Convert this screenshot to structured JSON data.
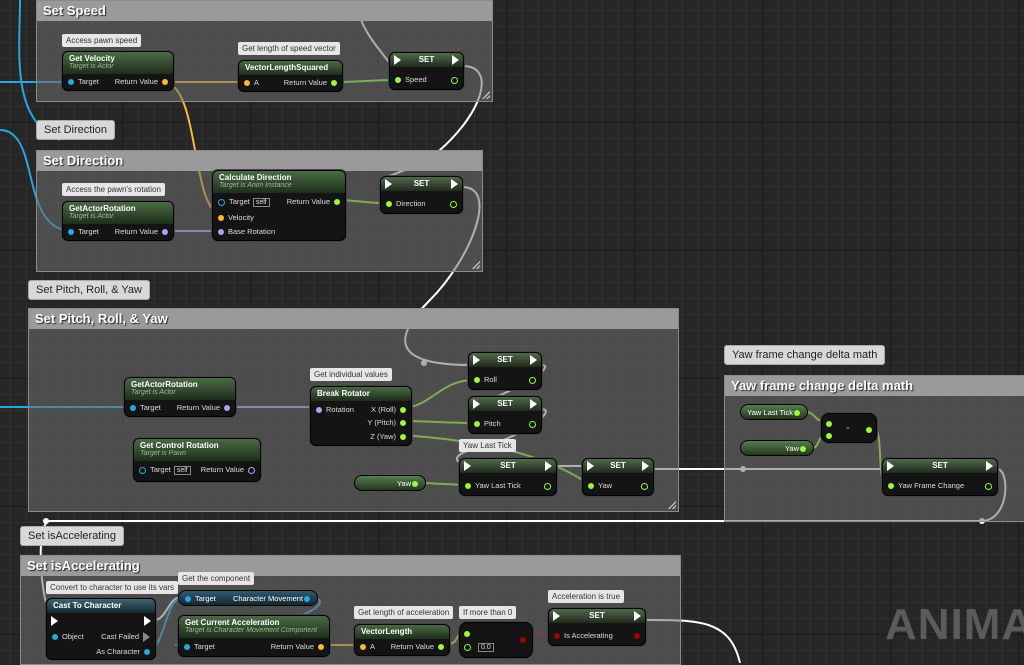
{
  "comments": {
    "set_speed": "Set Speed",
    "set_direction": "Set Direction",
    "set_prt": "Set Pitch, Roll, & Yaw",
    "yaw_delta": "Yaw frame change delta math",
    "set_accel": "Set isAccelerating"
  },
  "bubbles": {
    "set_direction": "Set Direction",
    "set_prt": "Set Pitch, Roll, & Yaw",
    "yaw_delta": "Yaw frame change delta math",
    "set_accel": "Set isAccelerating"
  },
  "tips": {
    "access_speed": "Access pawn speed",
    "get_length": "Get length of speed vector",
    "access_rotation": "Access the pawn's rotation",
    "individual": "Get individual values",
    "yaw_last_tick": "Yaw Last Tick",
    "convert": "Convert to character to use its vars",
    "get_component": "Get the component",
    "get_length_accel": "Get length of acceleration",
    "if_more": "If more than 0",
    "accel_true": "Acceleration is true"
  },
  "nodes": {
    "get_velocity": {
      "title": "Get Velocity",
      "subtitle": "Target is Actor",
      "target": "Target",
      "ret": "Return Value"
    },
    "vls": {
      "title": "VectorLengthSquared",
      "a": "A",
      "ret": "Return Value"
    },
    "set_speed": {
      "title": "SET",
      "pin": "Speed"
    },
    "get_actor_rot1": {
      "title": "GetActorRotation",
      "subtitle": "Target is Actor",
      "target": "Target",
      "ret": "Return Value"
    },
    "calc_dir": {
      "title": "Calculate Direction",
      "subtitle": "Target is Anim Instance",
      "target": "Target",
      "self": "self",
      "velocity": "Velocity",
      "base_rot": "Base Rotation",
      "ret": "Return Value"
    },
    "set_direction": {
      "title": "SET",
      "pin": "Direction"
    },
    "get_actor_rot2": {
      "title": "GetActorRotation",
      "subtitle": "Target is Actor",
      "target": "Target",
      "ret": "Return Value"
    },
    "get_control_rot": {
      "title": "Get Control Rotation",
      "subtitle": "Target is Pawn",
      "target": "Target",
      "self": "self",
      "ret": "Return Value"
    },
    "break_rot": {
      "title": "Break Rotator",
      "rotation": "Rotation",
      "x": "X (Roll)",
      "y": "Y (Pitch)",
      "z": "Z (Yaw)"
    },
    "set_roll": {
      "title": "SET",
      "pin": "Roll"
    },
    "set_pitch": {
      "title": "SET",
      "pin": "Pitch"
    },
    "set_ylt": {
      "title": "SET",
      "pin": "Yaw Last Tick"
    },
    "set_yaw": {
      "title": "SET",
      "pin": "Yaw"
    },
    "var_yaw": "Yaw",
    "var_ylt": "Yaw Last Tick",
    "var_yaw2": "Yaw",
    "minus": "-",
    "set_yfc": {
      "title": "SET",
      "pin": "Yaw Frame Change"
    },
    "cast": {
      "title": "Cast To Character",
      "object": "Object",
      "failed": "Cast Failed",
      "as": "As Character"
    },
    "char_move": {
      "target": "Target",
      "pin": "Character Movement"
    },
    "get_accel": {
      "title": "Get Current Acceleration",
      "subtitle": "Target is Character Movement Component",
      "target": "Target",
      "ret": "Return Value"
    },
    "vlen": {
      "title": "VectorLength",
      "a": "A",
      "ret": "Return Value"
    },
    "compare": {
      "value": "0.0"
    },
    "set_accel": {
      "title": "SET",
      "pin": "Is Accelerating"
    }
  },
  "watermark": "ANIMA",
  "colors": {
    "float": "#9cf53a",
    "vector": "#f5b935",
    "rotator": "#a3a7f5",
    "object": "#27a6e0",
    "bool": "#a40000",
    "exec": "#ffffff"
  }
}
